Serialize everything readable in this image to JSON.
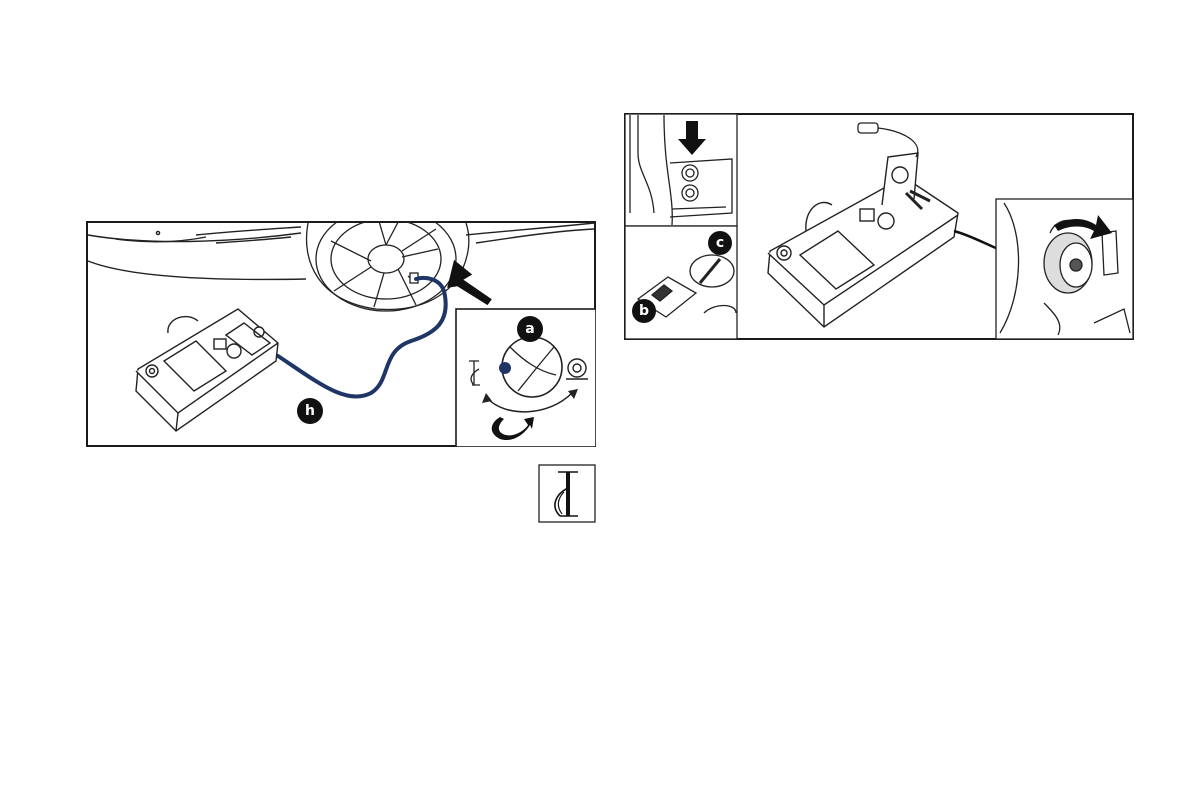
{
  "figure_left": {
    "callout_h": "h",
    "callout_a": "a",
    "icons": [
      "car-rear-outline",
      "wheel-rim",
      "tyre-compressor",
      "air-hose",
      "arrow-to-valve",
      "pump-icon",
      "tyre-icon",
      "rotation-arrow"
    ]
  },
  "figure_right": {
    "callout_b": "b",
    "callout_c": "c",
    "icons": [
      "arrow-down-icon",
      "socket-icon",
      "switch-icon",
      "selector-knob",
      "sealant-compressor-kit",
      "power-plug",
      "lighter-socket-closeup",
      "rotate-arrow-icon"
    ]
  },
  "side_icon": {
    "name": "pump-symbol-icon"
  },
  "colors": {
    "hose": "#1f3566",
    "line": "#1a1a1a",
    "frame": "#1a1a1a"
  }
}
